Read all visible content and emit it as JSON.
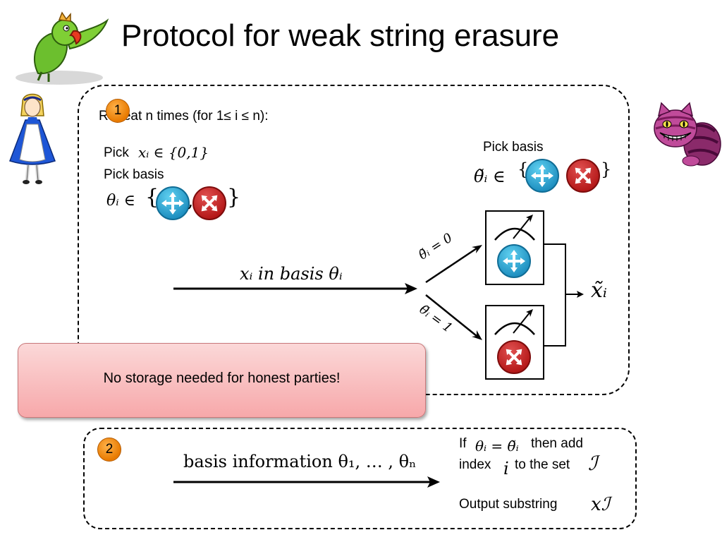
{
  "slide": {
    "title": "Protocol for weak string erasure"
  },
  "step1": {
    "number": "1",
    "repeat_text": "Repeat n times (for 1≤ i ≤ n):",
    "alice_pick_x_label": "Pick",
    "alice_pick_x_math": "xᵢ ∈ {0,1}",
    "alice_pick_basis_label": "Pick basis",
    "alice_theta_math": "θᵢ ∈",
    "bob_pick_basis_label": "Pick basis",
    "bob_theta_math": "θ̃ᵢ ∈",
    "channel_label": "xᵢ in basis θᵢ",
    "branch_0_label": "θ̃ᵢ = 0",
    "branch_1_label": "θ̃ᵢ = 1",
    "output_label": "x̃ᵢ"
  },
  "banner": {
    "text": "No storage needed for honest parties!"
  },
  "step2": {
    "number": "2",
    "channel_label": "basis information θ₁, … , θₙ",
    "if_label": "If",
    "if_math": "θᵢ = θ̃ᵢ",
    "then_text": "then add",
    "index_text": "index",
    "index_math": "i",
    "to_set_text": "to the set",
    "set_math": "ℐ",
    "output_text": "Output substring",
    "output_math": "xℐ"
  },
  "icons": {
    "parrot": "parrot-icon",
    "alice": "alice-icon",
    "cheshire_cat": "cheshire-cat-icon",
    "rectilinear_basis": "four-arrows-out-icon",
    "diagonal_basis": "four-arrows-diagonal-icon"
  },
  "colors": {
    "number_badge": "#f08a10",
    "blue_basis": "#1e8fc0",
    "red_basis": "#b41818",
    "banner": "#f7a8aa"
  }
}
